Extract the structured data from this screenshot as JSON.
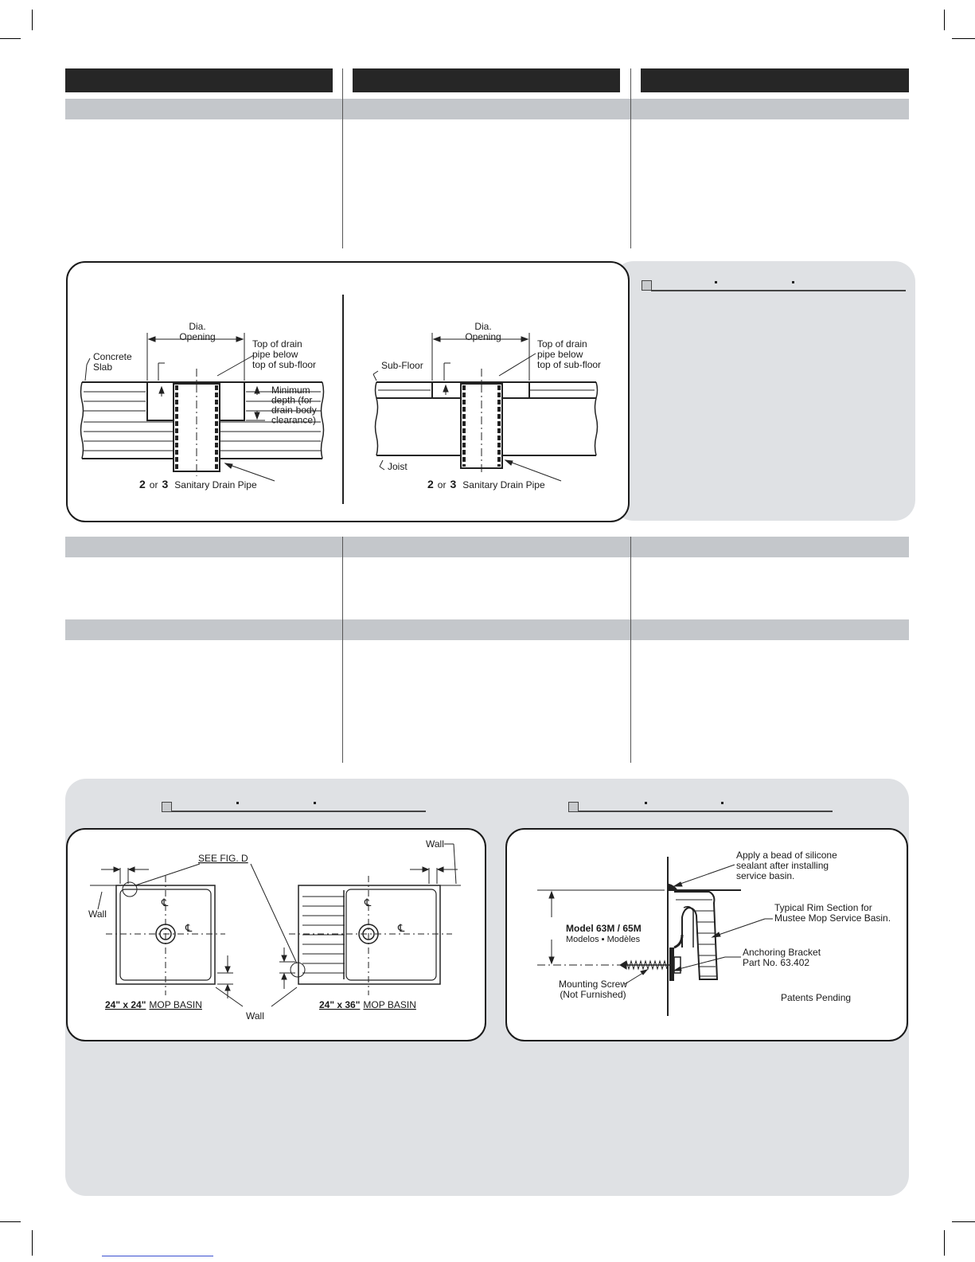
{
  "fig_a": {
    "slab": {
      "dia_opening": "Dia.\nOpening",
      "concrete_slab": "Concrete\nSlab",
      "top_of_drain": "Top of drain\npipe      below\ntop of sub-floor",
      "minimum_depth": "Minimum\ndepth (for\ndrain-body\nclearance)",
      "pipe_size_a": "2",
      "pipe_or": "or",
      "pipe_size_b": "3",
      "pipe_label": "Sanitary Drain Pipe"
    },
    "subfloor": {
      "dia_opening": "Dia.\nOpening",
      "sub_floor": "Sub-Floor",
      "top_of_drain": "Top of drain\npipe      below\ntop of sub-floor",
      "joist": "Joist",
      "pipe_size_a": "2",
      "pipe_or": "or",
      "pipe_size_b": "3",
      "pipe_label": "Sanitary Drain Pipe"
    }
  },
  "fig_c": {
    "wall_top": "Wall",
    "see_fig_d": "SEE FIG. D",
    "wall_left": "Wall",
    "centerline": "℄",
    "basin_24": "24\" x 24\"",
    "basin_24_suffix": "MOP BASIN",
    "basin_36": "24\" x 36\"",
    "basin_36_suffix": "MOP BASIN",
    "wall_bottom": "Wall"
  },
  "fig_d": {
    "silicone": "Apply a bead of silicone\nsealant after installing\nservice basin.",
    "rim_section": "Typical Rim Section for\nMustee Mop Service Basin.",
    "model": "Model 63M / 65M",
    "modelos": "Modelos ▪ Modèles",
    "bracket": "Anchoring Bracket\nPart No. 63.402",
    "screw": "Mounting Screw\n(Not Furnished)",
    "patents": "Patents Pending"
  }
}
